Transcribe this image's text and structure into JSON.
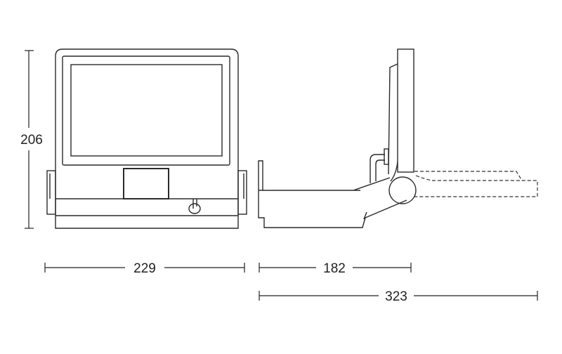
{
  "dimensions": {
    "height": "206",
    "front_width": "229",
    "side_depth": "182",
    "total_depth": "323"
  },
  "colors": {
    "line": "#2a2a2a",
    "background": "#ffffff"
  }
}
